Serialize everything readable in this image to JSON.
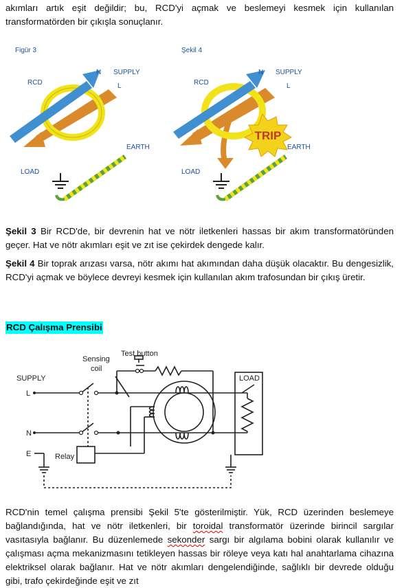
{
  "intro": {
    "text": "akımları artık eşit değildir; bu, RCD'yi açmak ve beslemeyi kesmek için kullanılan transformatörden bir çıkışla sonuçlanır."
  },
  "fig3": {
    "caption": "Figür 3",
    "rcd": "RCD",
    "n": "N",
    "supply": "SUPPLY",
    "l": "L",
    "earth": "EARTH",
    "load": "LOAD"
  },
  "fig4": {
    "caption": "Şekil 4",
    "rcd": "RCD",
    "n": "N",
    "supply": "SUPPLY",
    "l": "L",
    "earth": "EARTH",
    "load": "LOAD",
    "trip": "TRIP"
  },
  "desc3": {
    "label": "Şekil 3",
    "text": " Bir RCD'de, bir devrenin hat ve nötr iletkenleri hassas bir akım transformatöründen geçer. Hat ve nötr akımları eşit ve zıt ise çekirdek dengede kalır."
  },
  "desc4": {
    "label": "Şekil 4",
    "text": " Bir toprak arızası varsa, nötr akımı hat akımından daha düşük olacaktır. Bu dengesizlik, RCD'yi açmak ve böylece devreyi kesmek için kullanılan akım trafosundan bir çıkış üretir."
  },
  "section": {
    "heading": "RCD Çalışma Prensibi"
  },
  "circuit": {
    "test_button": "Test button",
    "sensing": "Sensing",
    "coil": "coil",
    "supply": "SUPPLY",
    "l": "L",
    "n": "N",
    "e": "E",
    "relay": "Relay",
    "load": "LOAD"
  },
  "body": {
    "p1": "RCD'nin temel çalışma prensibi Şekil 5'te gösterilmiştir. Yük, RCD üzerinden beslemeye bağlandığında, hat ve nötr iletkenleri, bir ",
    "w1": "toroidal",
    "p2": " transformatör üzerinde birincil sargılar vasıtasıyla bağlanır. Bu düzenlemede ",
    "w2": "sekonder",
    "p3": " sargı bir algılama bobini olarak kullanılır ve çalışması açma mekanizmasını tetikleyen hassas bir röleye veya katı hal anahtarlama cihazına elektriksel olarak bağlanır. Hat ve nötr akımları dengelendiğinde, sağlıklı bir devrede olduğu gibi, trafo çekirdeğinde eşit ve zıt"
  }
}
